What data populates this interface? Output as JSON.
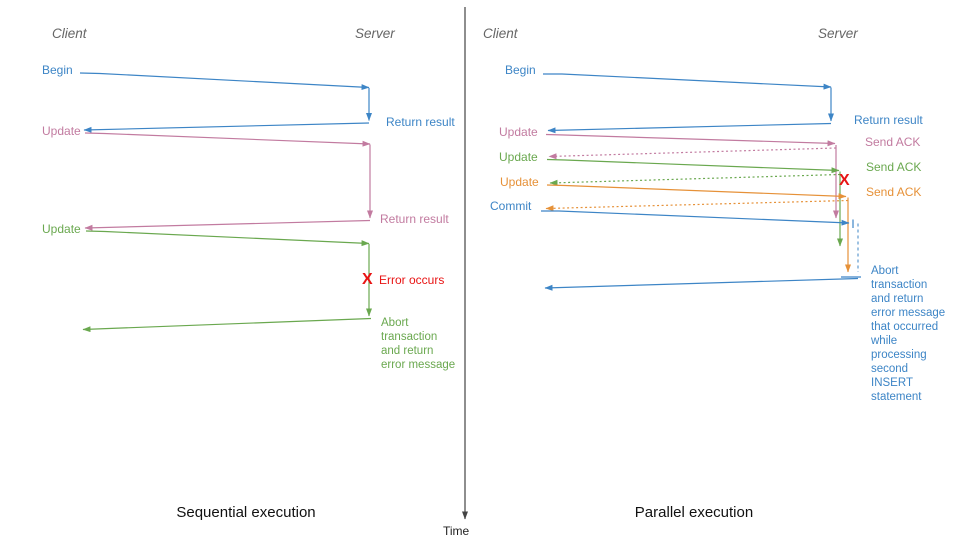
{
  "colors": {
    "blue": "#3d85c6",
    "pink": "#c27ba0",
    "green": "#6aa84f",
    "orange": "#e69138",
    "red": "#e81414",
    "header": "#666666",
    "axis": "#444444",
    "caption": "#111111"
  },
  "time_axis": {
    "label": "Time"
  },
  "left": {
    "caption": "Sequential execution",
    "client_header": "Client",
    "server_header": "Server",
    "begin_label": "Begin",
    "return_result_1": "Return result",
    "update_1": "Update",
    "return_result_2": "Return result",
    "update_2": "Update",
    "error_mark": "X",
    "error_label": "Error occurs",
    "abort_message": "Abort\ntransaction\nand return\nerror message"
  },
  "right": {
    "caption": "Parallel execution",
    "client_header": "Client",
    "server_header": "Server",
    "begin_label": "Begin",
    "return_result": "Return result",
    "update_1": "Update",
    "send_ack_1": "Send ACK",
    "update_2": "Update",
    "send_ack_2": "Send ACK",
    "update_3": "Update",
    "send_ack_3": "Send ACK",
    "commit_label": "Commit",
    "error_mark": "X",
    "abort_message": "Abort\ntransaction\nand return\nerror message\nthat occurred\nwhile\nprocessing\nsecond\nINSERT\nstatement"
  }
}
